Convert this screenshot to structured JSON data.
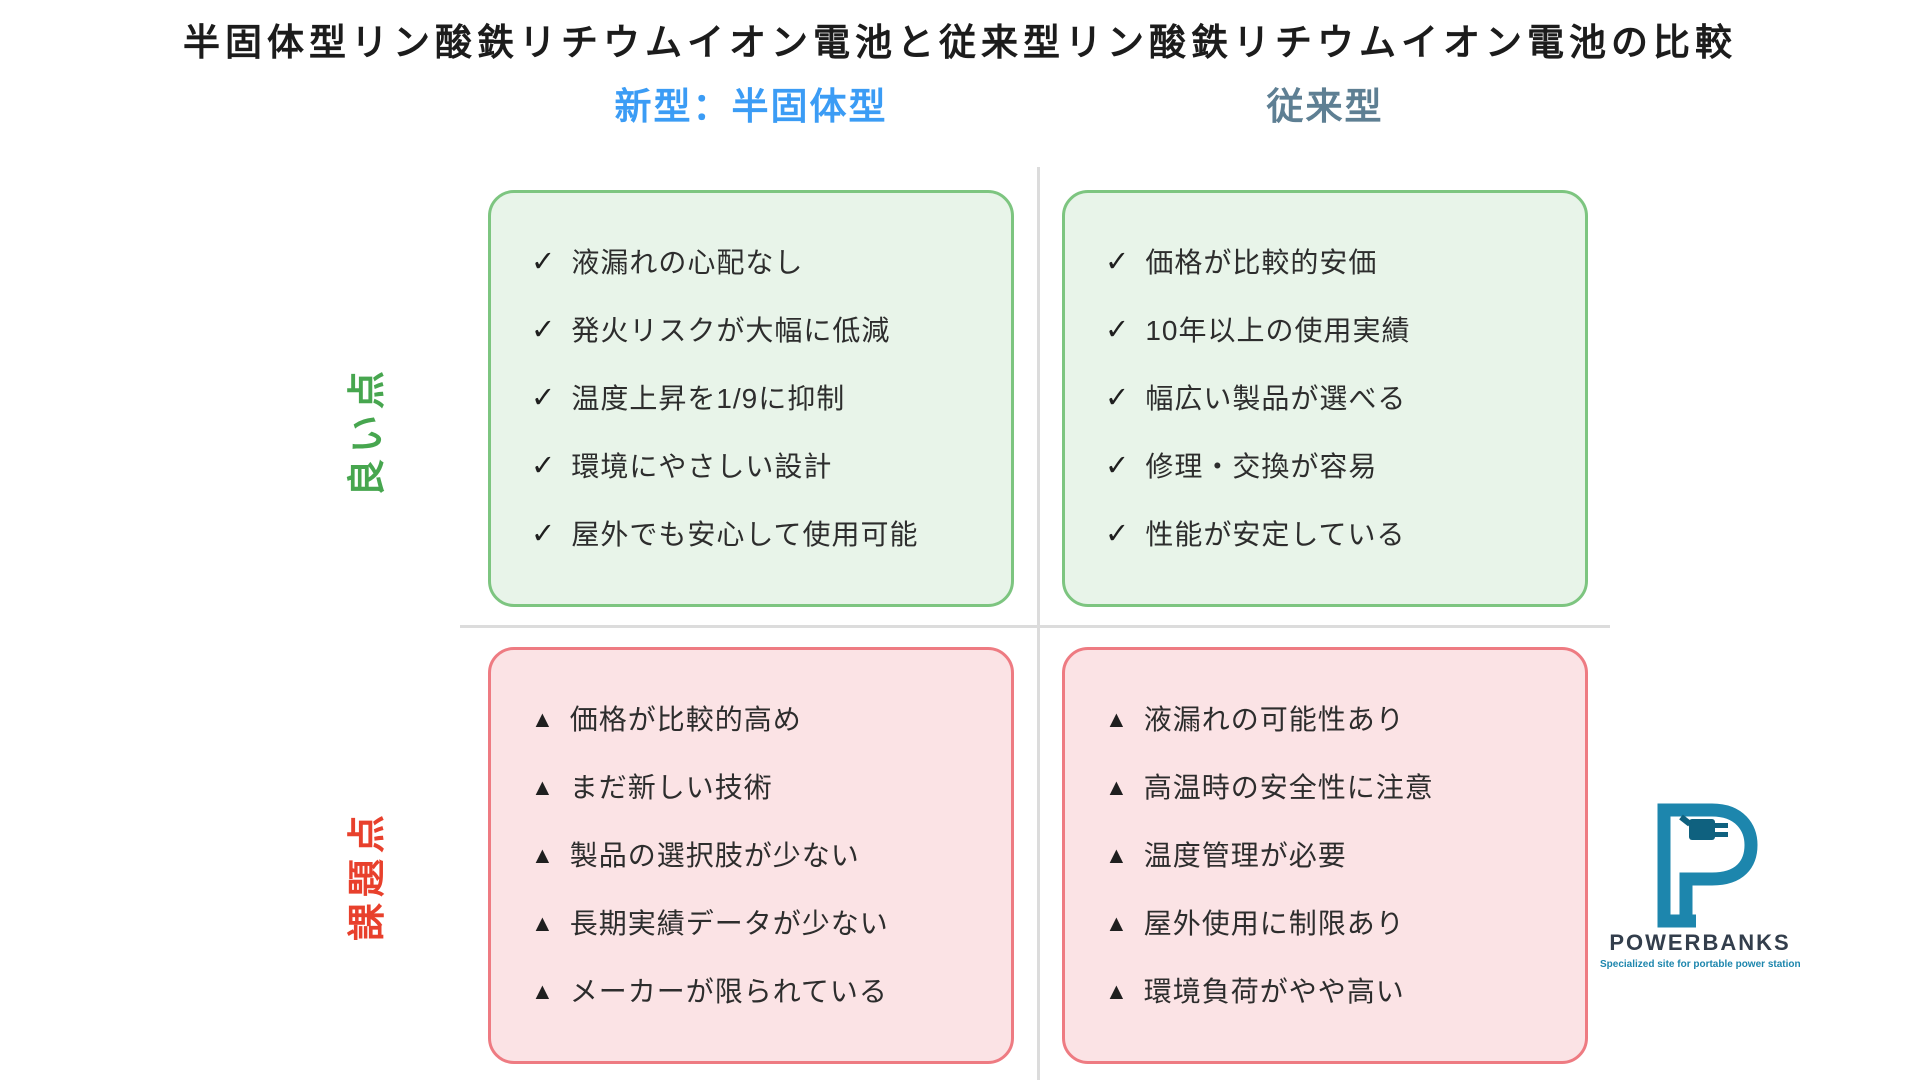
{
  "title": "半固体型リン酸鉄リチウムイオン電池と従来型リン酸鉄リチウムイオン電池の比較",
  "columns": {
    "new": {
      "label": "新型：半固体型"
    },
    "conventional": {
      "label": "従来型"
    }
  },
  "rows": {
    "good": {
      "label": "良い点"
    },
    "issues": {
      "label": "課題点"
    }
  },
  "markers": {
    "good": "✓",
    "issue": "▲"
  },
  "quadrants": {
    "new_good": {
      "items": [
        "液漏れの心配なし",
        "発火リスクが大幅に低減",
        "温度上昇を1/9に抑制",
        "環境にやさしい設計",
        "屋外でも安心して使用可能"
      ]
    },
    "conventional_good": {
      "items": [
        "価格が比較的安価",
        "10年以上の使用実績",
        "幅広い製品が選べる",
        "修理・交換が容易",
        "性能が安定している"
      ]
    },
    "new_issues": {
      "items": [
        "価格が比較的高め",
        "まだ新しい技術",
        "製品の選択肢が少ない",
        "長期実績データが少ない",
        "メーカーが限られている"
      ]
    },
    "conventional_issues": {
      "items": [
        "液漏れの可能性あり",
        "高温時の安全性に注意",
        "温度管理が必要",
        "屋外使用に制限あり",
        "環境負荷がやや高い"
      ]
    }
  },
  "logo": {
    "name": "POWERBANKS",
    "tagline": "Specialized site for portable power station"
  },
  "colors": {
    "header_new": "#3b9cf5",
    "header_conventional": "#5e7f93",
    "row_good": "#47a64f",
    "row_issues": "#e8402c",
    "good_box_border": "#7dc580",
    "good_box_bg": "#e8f4e9",
    "issue_box_border": "#ee7b82",
    "issue_box_bg": "#fbe3e5",
    "logo_teal": "#1d86ad",
    "logo_text": "#333e4c"
  }
}
